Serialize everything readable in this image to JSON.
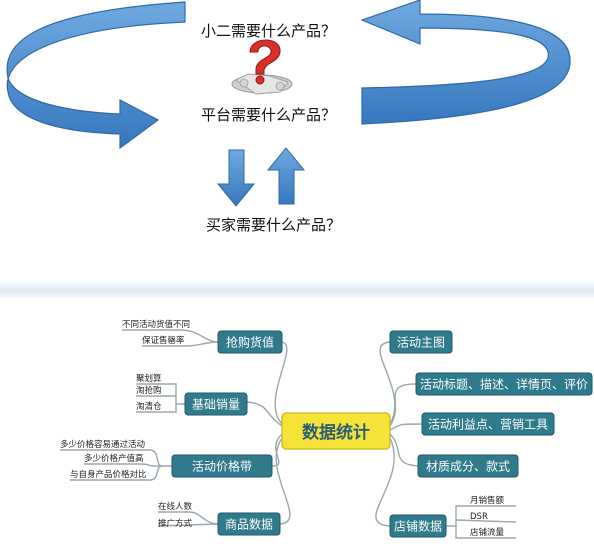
{
  "top_diagram": {
    "question_1": "小二需要什么产品？",
    "question_2": "平台需要什么产品？",
    "question_3": "买家需要什么产品？",
    "colors": {
      "arrow_fill": "#4a8bd0",
      "arrow_stroke": "#2f6aa8",
      "puzzle_red": "#d9302a"
    },
    "icon": "question-puzzle-icon"
  },
  "mindmap": {
    "center": "数据统计",
    "colors": {
      "center_fill": "#f5e437",
      "center_text": "#2a5d78",
      "node_fill": "#2f7a8c",
      "node_text": "#ffffff",
      "line": "#9aa7ad"
    },
    "left": [
      {
        "label": "抢购货值",
        "leaves": [
          "不同活动货值不同",
          "保证售罄率"
        ]
      },
      {
        "label": "基础销量",
        "leaves": [
          "聚划算",
          "淘抢购",
          "淘清仓"
        ]
      },
      {
        "label": "活动价格带",
        "leaves": [
          "多少价格容易通过活动",
          "多少价格产值高",
          "与自身产品价格对比"
        ]
      },
      {
        "label": "商品数据",
        "leaves": [
          "在线人数",
          "推广方式"
        ]
      }
    ],
    "right": [
      {
        "label": "活动主图"
      },
      {
        "label": "活动标题、描述、详情页、评价"
      },
      {
        "label": "活动利益点、营销工具"
      },
      {
        "label": "材质成分、款式"
      },
      {
        "label": "店铺数据",
        "leaves": [
          "月销售额",
          "DSR",
          "店铺流量"
        ]
      }
    ]
  }
}
